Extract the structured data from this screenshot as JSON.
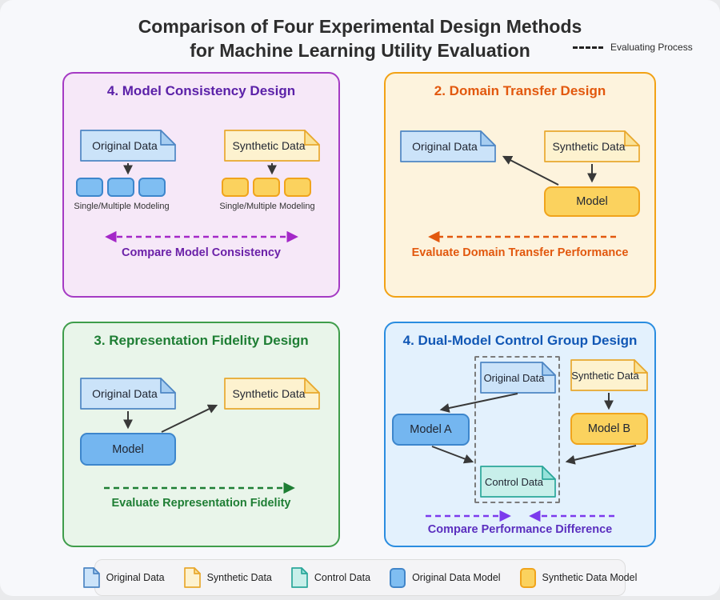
{
  "page": {
    "title_line1": "Comparison of Four Experimental Design Methods",
    "title_line2": "for Machine Learning Utility Evaluation",
    "evaluating_process_label": "Evaluating Process"
  },
  "panels": {
    "model_consistency": {
      "title": "4. Model Consistency Design",
      "original_data": "Original Data",
      "synthetic_data": "Synthetic Data",
      "original_caption": "Single/Multiple Modeling",
      "synthetic_caption": "Single/Multiple Modeling",
      "process_label": "Compare Model Consistency"
    },
    "domain_transfer": {
      "title": "2. Domain Transfer Design",
      "original_data": "Original Data",
      "synthetic_data": "Synthetic Data",
      "model": "Model",
      "process_label": "Evaluate Domain Transfer Performance"
    },
    "representation_fidelity": {
      "title": "3. Representation Fidelity Design",
      "original_data": "Original Data",
      "synthetic_data": "Synthetic Data",
      "model": "Model",
      "process_label": "Evaluate Representation Fidelity"
    },
    "dual_model_control": {
      "title": "4. Dual-Model Control Group Design",
      "original_data": "Original Data",
      "synthetic_data": "Synthetic Data",
      "control_data": "Control Data",
      "model_a": "Model A",
      "model_b": "Model B",
      "process_label": "Compare Performance Difference"
    }
  },
  "legend": {
    "items": [
      {
        "icon": "document-blue-icon",
        "label": "Original Data"
      },
      {
        "icon": "document-yellow-icon",
        "label": "Synthetic Data"
      },
      {
        "icon": "document-teal-icon",
        "label": "Control Data"
      },
      {
        "icon": "box-blue-icon",
        "label": "Original Data Model"
      },
      {
        "icon": "box-yellow-icon",
        "label": "Synthetic Data Model"
      }
    ]
  },
  "colors": {
    "model_consistency_accent": "#A53BC4",
    "model_consistency_text": "#5B21A8",
    "domain_transfer_accent": "#F2A215",
    "domain_transfer_text": "#E2580E",
    "representation_fidelity_accent": "#3F9D4B",
    "representation_fidelity_text": "#1E7E34",
    "dual_model_accent": "#2A8DE0",
    "dual_model_text": "#1157B5",
    "compare_dashed_purple": "#7C3AED",
    "consistency_dashed_magenta": "#A428C8",
    "original_data_fill": "#CBE3F9",
    "synthetic_data_fill": "#FDF2CF",
    "control_data_fill": "#C8EFEA",
    "original_model_fill": "#74B6F0",
    "synthetic_model_fill": "#FBD25E"
  }
}
